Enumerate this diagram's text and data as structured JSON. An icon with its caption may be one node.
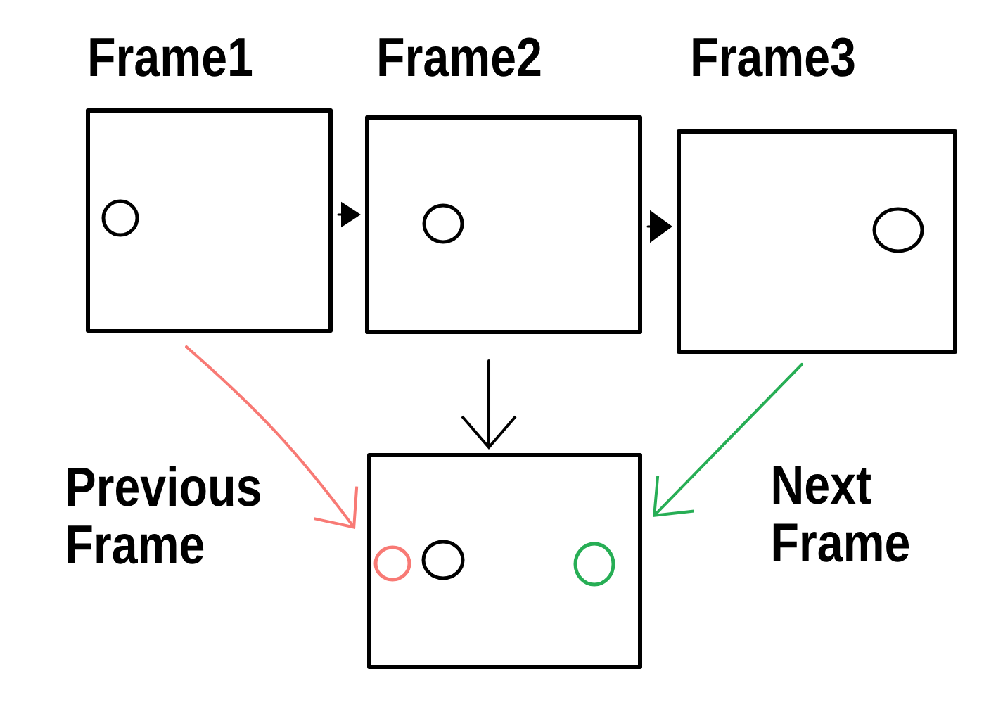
{
  "diagram": {
    "nodes": [
      {
        "text": [
          "Frame1"
        ]
      },
      {
        "text": [],
        "shape": "circle",
        "in": 0
      },
      {
        "text": [
          "Frame2"
        ]
      },
      {
        "text": [],
        "shape": "circle",
        "in": 2
      },
      {
        "text": [
          "Frame3"
        ]
      },
      {
        "text": [],
        "shape": "circle",
        "in": 4
      },
      {
        "text": [],
        "shape": "box"
      },
      {
        "text": [],
        "shape": "circle",
        "in": 6
      },
      {
        "text": [],
        "shape": "circle",
        "in": 6
      },
      {
        "text": [],
        "shape": "circle",
        "in": 6
      }
    ],
    "edges": [
      {
        "from": 0,
        "to": 2,
        "arrow": "to"
      },
      {
        "from": 2,
        "to": 4,
        "arrow": "to"
      },
      {
        "from": 0,
        "to": 6,
        "arrow": "to",
        "color": "#f87a75"
      },
      {
        "from": 2,
        "to": 6,
        "arrow": "to"
      },
      {
        "from": 4,
        "to": 6,
        "arrow": "to",
        "color": "#27ae55"
      }
    ],
    "labels": [
      "Previous Frame",
      "Next Frame"
    ]
  }
}
